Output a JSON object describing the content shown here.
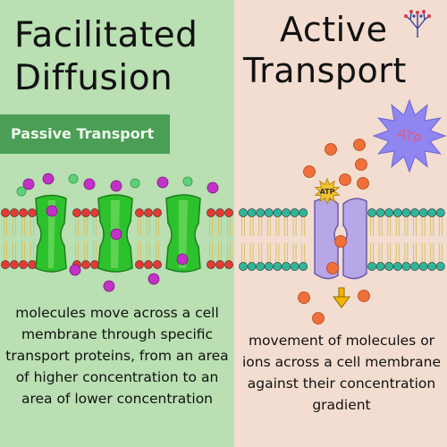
{
  "left": {
    "title_line1": "Facilitated",
    "title_line2": "Diffusion",
    "badge": "Passive Transport",
    "description": "molecules move across a cell membrane through specific transport proteins, from an area of higher concentration to an area of lower concentration"
  },
  "right": {
    "title_line1": "Active",
    "title_line2": "Transport",
    "atp_burst": "ATP",
    "atp_small": "ATP",
    "description": "movement of molecules or ions across a cell membrane against their concentration gradient"
  },
  "colors": {
    "left_bg": "#b9dfb2",
    "right_bg": "#f2ddd0",
    "badge": "#4a9e55",
    "phospholipid_head_left": "#e53a32",
    "phospholipid_head_right": "#2fb59a",
    "protein_channel": "#2ec12e",
    "carrier_protein": "#b8a7e8",
    "molecule_purple": "#c232c6",
    "molecule_green": "#5fd07a",
    "ion_orange": "#f0703a",
    "atp_burst": "#8f86f0"
  },
  "icons": [
    "tree-logo-icon",
    "down-arrow-icon"
  ]
}
